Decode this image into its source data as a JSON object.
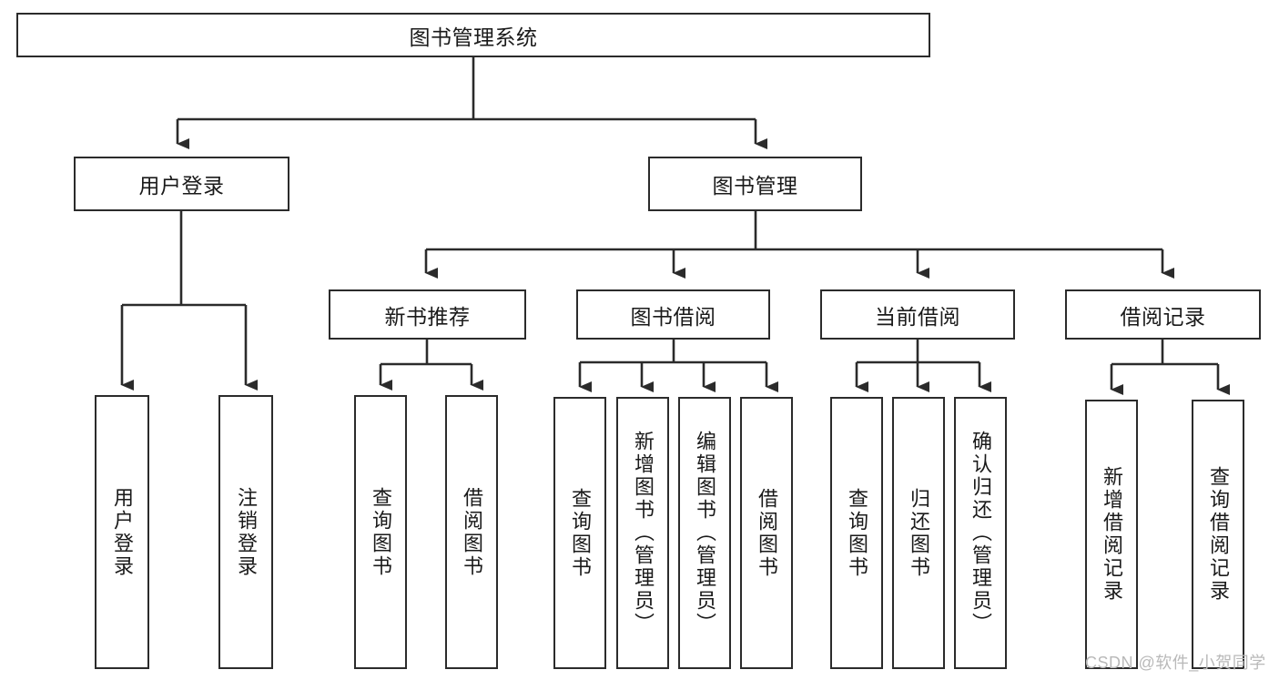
{
  "diagram": {
    "title": "图书管理系统",
    "type": "hierarchy-tree",
    "colors": {
      "background": "#ffffff",
      "border": "#2b2b2b",
      "text": "#1a1a1a",
      "watermark": "#b9b9b9"
    },
    "root": {
      "label": "图书管理系统"
    },
    "level2": [
      {
        "label": "用户登录"
      },
      {
        "label": "图书管理"
      }
    ],
    "level3": [
      {
        "label": "新书推荐"
      },
      {
        "label": "图书借阅"
      },
      {
        "label": "当前借阅"
      },
      {
        "label": "借阅记录"
      }
    ],
    "leaves_user_login": [
      {
        "label": "用户登录"
      },
      {
        "label": "注销登录"
      }
    ],
    "leaves_new_book": [
      {
        "label": "查询图书"
      },
      {
        "label": "借阅图书"
      }
    ],
    "leaves_borrow": [
      {
        "label": "查询图书"
      },
      {
        "label": "新增图书（管理员）"
      },
      {
        "label": "编辑图书（管理员）"
      },
      {
        "label": "借阅图书"
      }
    ],
    "leaves_current": [
      {
        "label": "查询图书"
      },
      {
        "label": "归还图书"
      },
      {
        "label": "确认归还（管理员）"
      }
    ],
    "leaves_records": [
      {
        "label": "新增借阅记录"
      },
      {
        "label": "查询借阅记录"
      }
    ]
  },
  "watermark": {
    "text": "CSDN @软件_小贺同学"
  }
}
